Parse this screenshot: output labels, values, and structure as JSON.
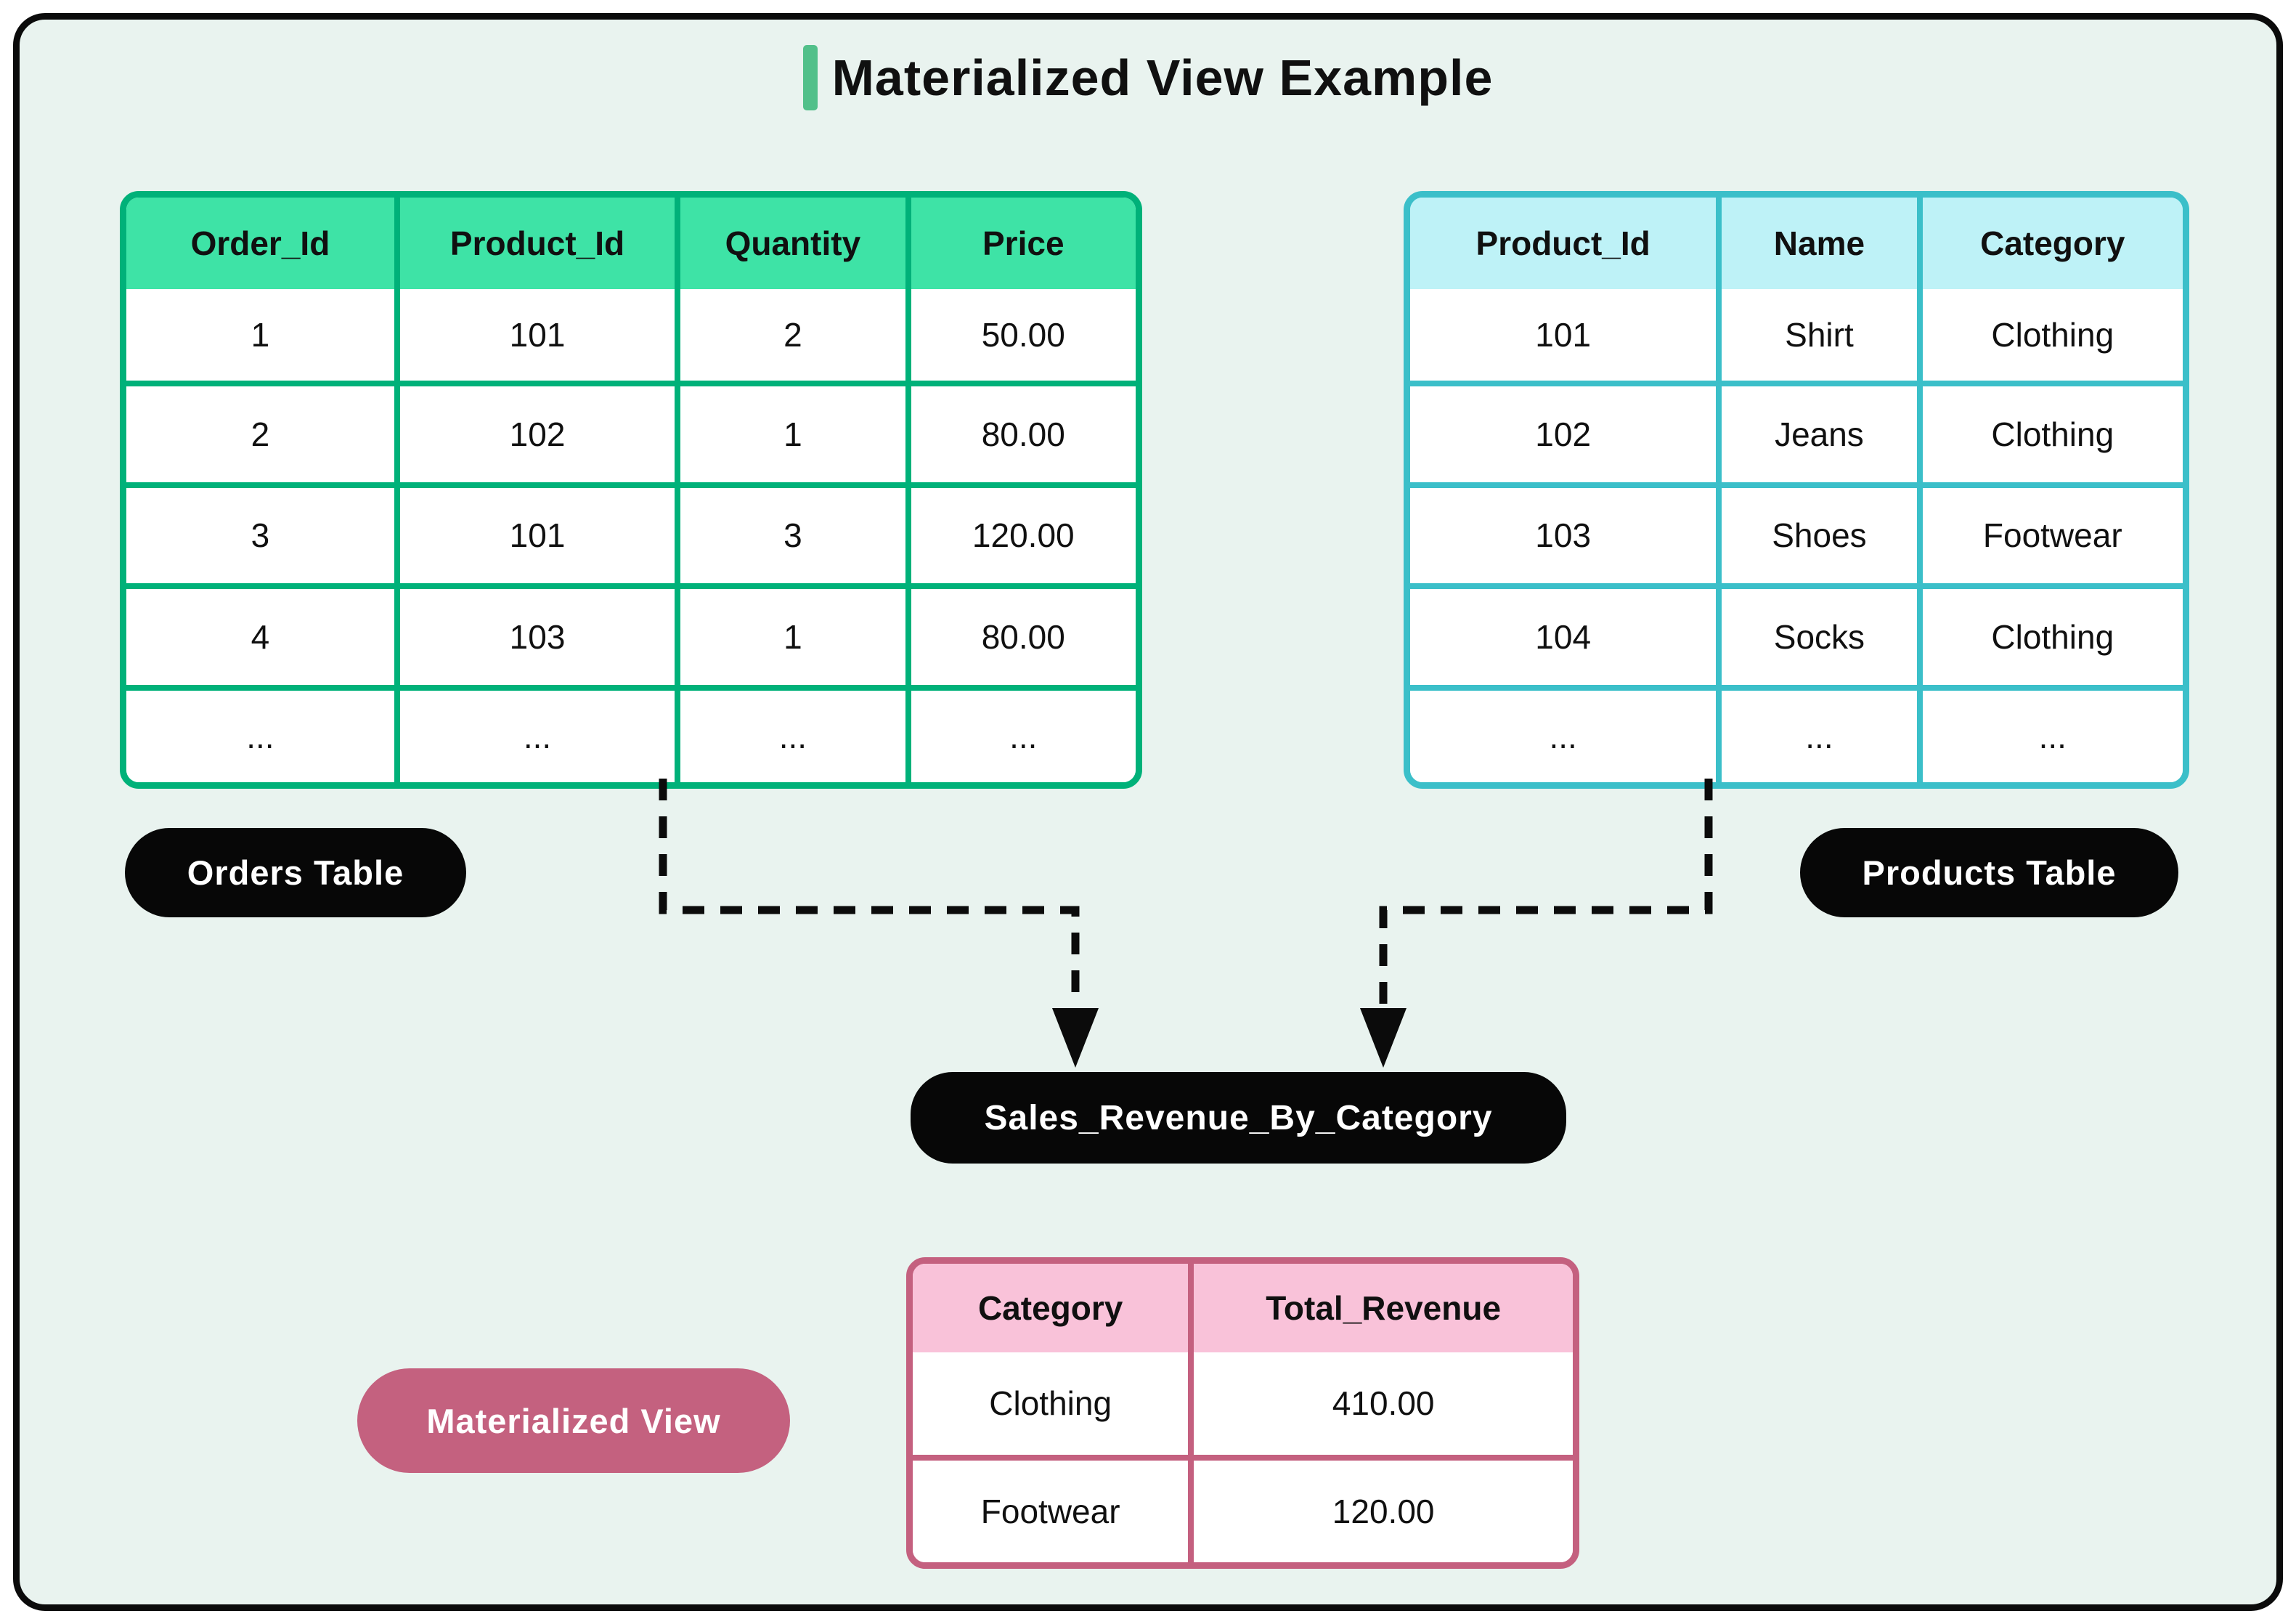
{
  "title": {
    "text": "Materialized View Example"
  },
  "colors": {
    "bg": "#e9f3ef",
    "accent": "#52c08a",
    "ink": "#0b0b0b",
    "orders-border": "#00b179",
    "orders-head": "#3ee3a6",
    "products-border": "#3bbfc9",
    "products-head": "#bef2f7",
    "mv-border": "#c4607f",
    "mv-head": "#f9c2d9",
    "pill-rose": "#c4617f",
    "pill-black": "#070707"
  },
  "orders_table": {
    "label": "Orders Table",
    "headers": [
      "Order_Id",
      "Product_Id",
      "Quantity",
      "Price"
    ],
    "rows": [
      [
        "1",
        "101",
        "2",
        "50.00"
      ],
      [
        "2",
        "102",
        "1",
        "80.00"
      ],
      [
        "3",
        "101",
        "3",
        "120.00"
      ],
      [
        "4",
        "103",
        "1",
        "80.00"
      ],
      [
        "...",
        "...",
        "...",
        "..."
      ]
    ]
  },
  "products_table": {
    "label": "Products Table",
    "headers": [
      "Product_Id",
      "Name",
      "Category"
    ],
    "rows": [
      [
        "101",
        "Shirt",
        "Clothing"
      ],
      [
        "102",
        "Jeans",
        "Clothing"
      ],
      [
        "103",
        "Shoes",
        "Footwear"
      ],
      [
        "104",
        "Socks",
        "Clothing"
      ],
      [
        "...",
        "...",
        "..."
      ]
    ]
  },
  "view_node": {
    "label": "Sales_Revenue_By_Category"
  },
  "materialized_view": {
    "label": "Materialized View",
    "headers": [
      "Category",
      "Total_Revenue"
    ],
    "rows": [
      [
        "Clothing",
        "410.00"
      ],
      [
        "Footwear",
        "120.00"
      ]
    ]
  }
}
